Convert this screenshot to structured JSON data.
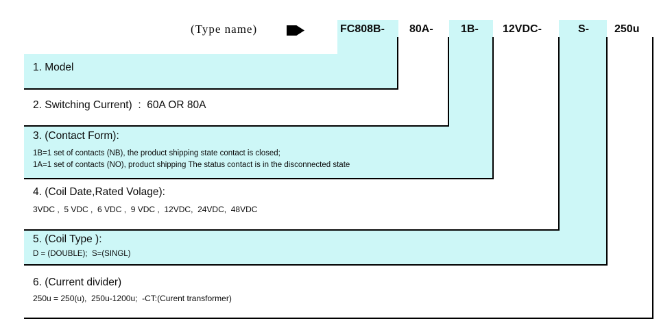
{
  "diagram": {
    "type_label": "(Type name)",
    "code_segments": [
      "FC808B-",
      "80A-",
      "1B-",
      "12VDC-",
      "S-",
      "250u"
    ],
    "sections": [
      {
        "title": "1. Model",
        "lines": []
      },
      {
        "title": "2. Switching Current)  :  60A OR 80A",
        "lines": []
      },
      {
        "title": "3. (Contact Form):",
        "lines": [
          "1B=1 set of contacts (NB), the product shipping state contact is closed;",
          "1A=1 set of contacts (NO), product shipping The status contact is in the disconnected state"
        ]
      },
      {
        "title": "4. (Coil Date,Rated Volage):",
        "lines": [
          "3VDC ,  5 VDC ,  6 VDC ,  9 VDC ,  12VDC,  24VDC,  48VDC"
        ]
      },
      {
        "title": "5. (Coil Type ):",
        "lines": [
          "D = (DOUBLE);  S=(SINGL)"
        ]
      },
      {
        "title": "6. (Current divider)",
        "lines": [
          "250u = 250(u),  250u-1200u;  -CT:(Curent transformer)"
        ]
      }
    ],
    "colors": {
      "highlight": "#CDF7F7",
      "line": "#000000"
    }
  }
}
